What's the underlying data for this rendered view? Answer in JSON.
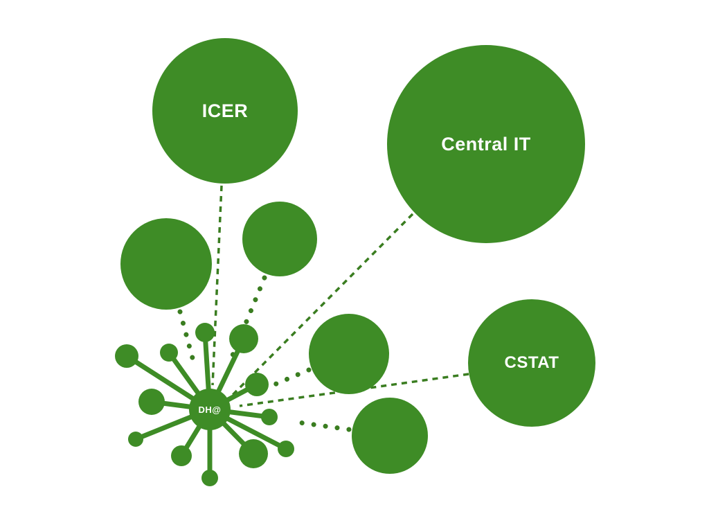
{
  "diagram": {
    "hub": {
      "label": "DH@"
    },
    "nodes": [
      {
        "id": "icer",
        "label": "ICER"
      },
      {
        "id": "central-it",
        "label": "Central IT"
      },
      {
        "id": "cstat",
        "label": "CSTAT"
      }
    ],
    "colors": {
      "node_green": "#3e8c26",
      "connector_green": "#3a7d20",
      "label_text": "#ffffff",
      "background": "#ffffff"
    }
  }
}
